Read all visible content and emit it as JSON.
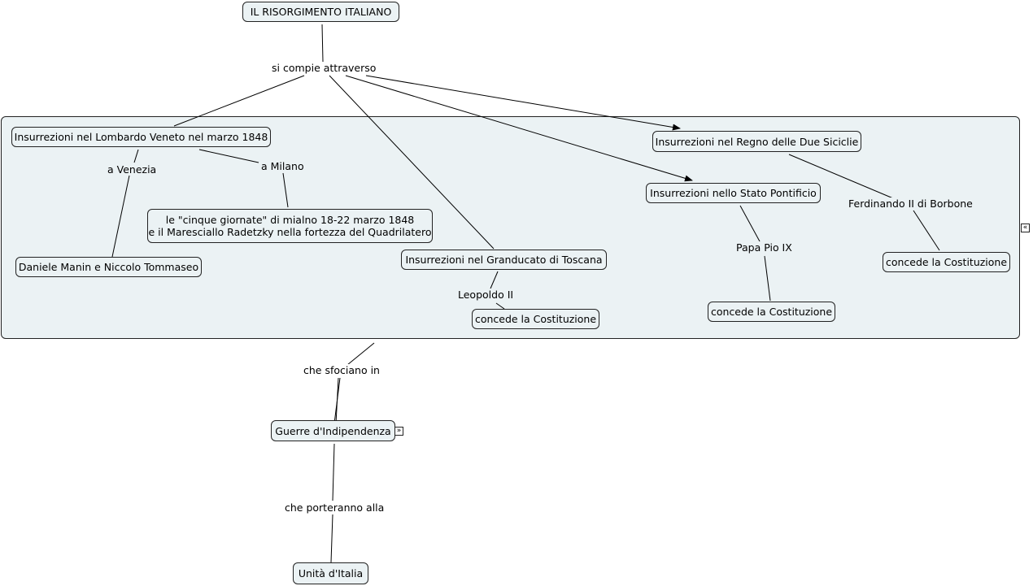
{
  "concepts": {
    "root": "IL RISORGIMENTO ITALIANO",
    "lombardo": "Insurrezioni nel Lombardo Veneto nel marzo 1848",
    "cinque_line1": "le \"cinque giornate\" di mialno 18-22 marzo 1848",
    "cinque_line2": "e il Maresciallo Radetzky nella fortezza del Quadrilatero",
    "manin": "Daniele Manin e Niccolo Tommaseo",
    "toscana": "Insurrezioni nel Granducato di Toscana",
    "costituzione_toscana": "concede la Costituzione",
    "pontificio": "Insurrezioni nello Stato Pontificio",
    "costituzione_pontificio": "concede la Costituzione",
    "sicilie": "Insurrezioni nel Regno delle Due Siciclie",
    "costituzione_sicilie": "concede la Costituzione",
    "guerre": "Guerre d'Indipendenza",
    "unita": "Unità d'Italia"
  },
  "linking_phrases": {
    "compie": "si compie attraverso",
    "venezia": "a Venezia",
    "milano": "a Milano",
    "leopoldo": "Leopoldo II",
    "papa": "Papa Pio IX",
    "ferdinando": "Ferdinando II di Borbone",
    "sfociano": "che sfociano in",
    "porteranno": "che porteranno alla"
  },
  "toggles": {
    "collapse_glyph": "«",
    "expand_glyph": "»"
  },
  "colors": {
    "node_fill": "#ebf2f4",
    "line": "#000000",
    "background": "#ffffff"
  }
}
